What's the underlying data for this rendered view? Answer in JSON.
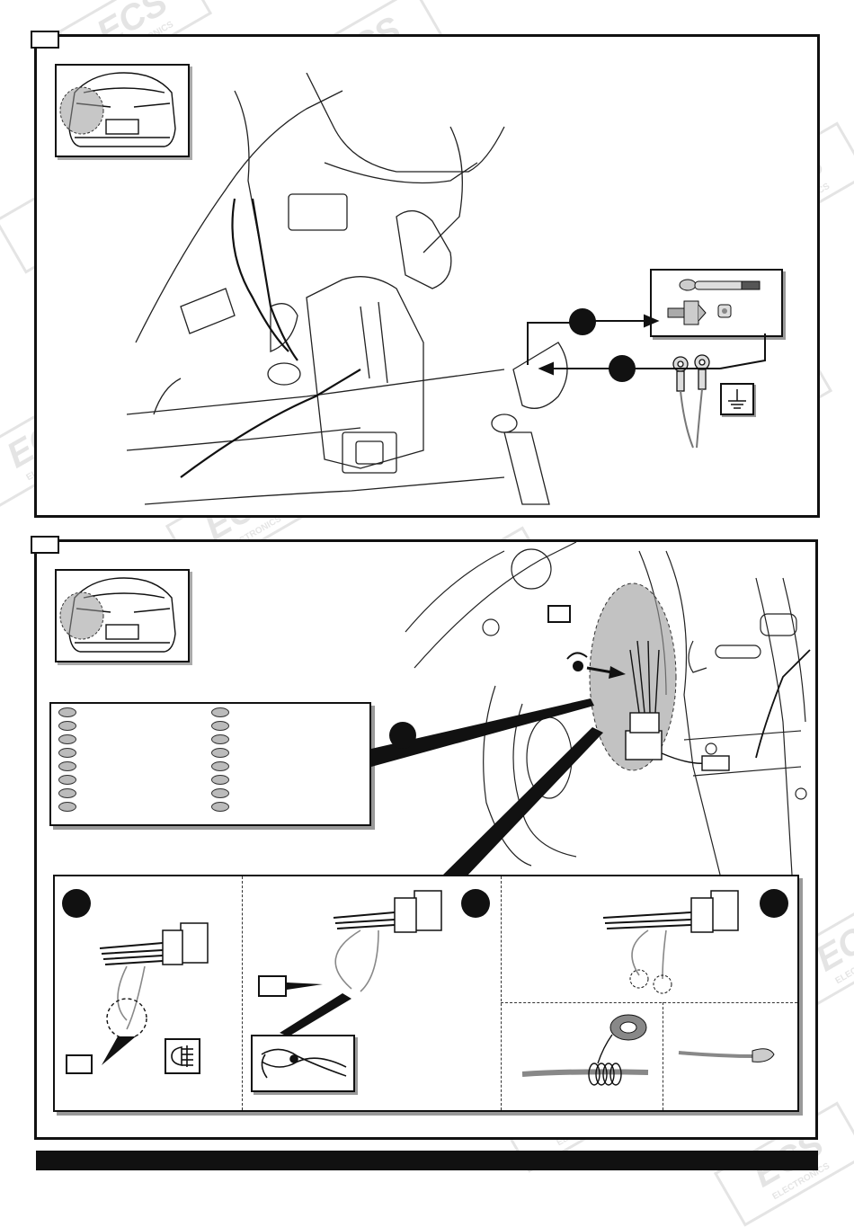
{
  "watermark": {
    "logo_text": "ECS",
    "sub_text": "ELECTRONICS"
  },
  "colors": {
    "ink": "#111111",
    "shade": "#aaaaaa",
    "wire_grey": "#888888",
    "watermark": "#999999"
  },
  "panels": [
    {
      "id": "step-top",
      "icons": [
        "ratchet-wrench-icon",
        "bolt-icon",
        "nut-icon",
        "ring-terminal-icon",
        "ground-symbol-icon"
      ]
    },
    {
      "id": "step-bottom",
      "icons": [
        "eye-icon",
        "arrow-icon",
        "fog-light-icon",
        "pliers-icon",
        "tape-roll-icon",
        "cable-end-icon"
      ]
    }
  ]
}
